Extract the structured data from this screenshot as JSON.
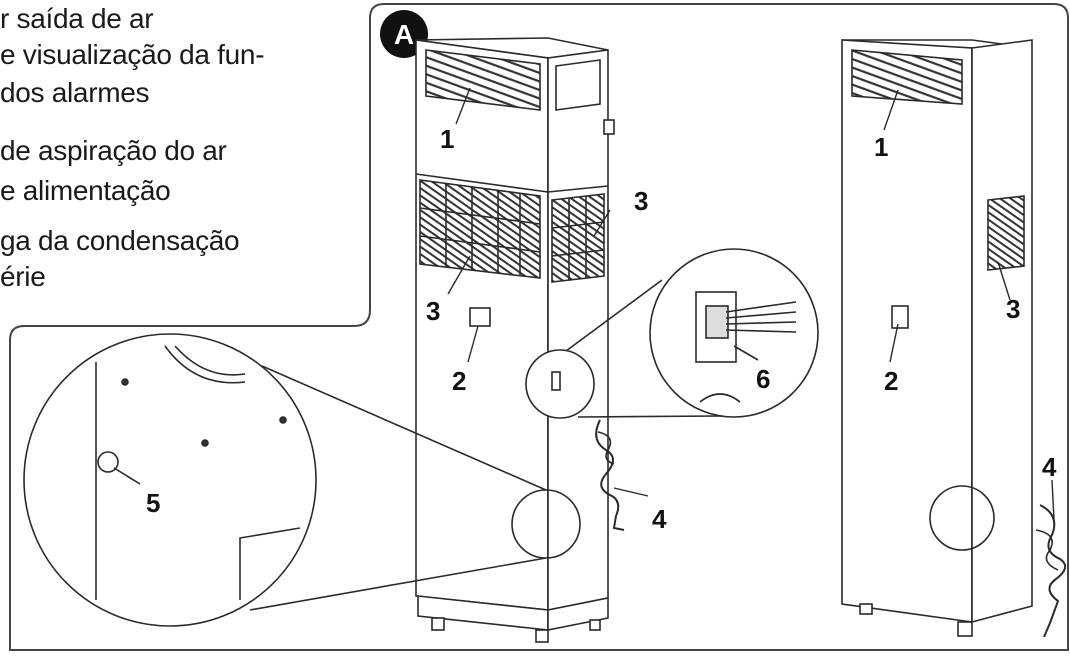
{
  "badge": "A",
  "legend": {
    "lines": [
      "r saída de ar",
      "e visualização da fun-",
      "dos alarmes",
      " de aspiração do ar",
      "e alimentação",
      "ga da condensação",
      "érie"
    ]
  },
  "callouts": {
    "air_outlet": "1",
    "display_panel": "2",
    "air_intake": "3",
    "power_cable": "4",
    "condensate_drain": "5",
    "connector": "6"
  },
  "colors": {
    "line": "#2a2a2a",
    "text": "#111111",
    "badge_fill": "#111111",
    "badge_text": "#ffffff"
  }
}
